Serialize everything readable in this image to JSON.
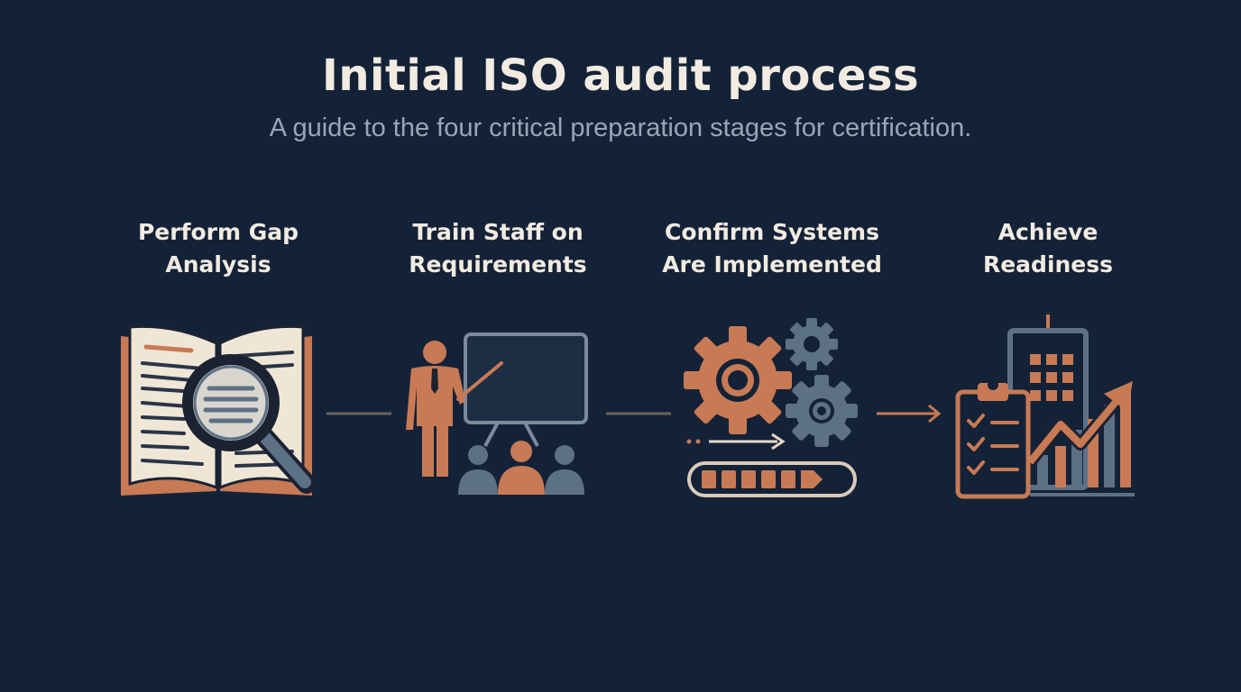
{
  "header": {
    "title": "Initial ISO audit process",
    "subtitle": "A guide to the four critical preparation stages for certification."
  },
  "steps": [
    {
      "line1": "Perform Gap",
      "line2": "Analysis",
      "icon": "book-magnifier-icon"
    },
    {
      "line1": "Train Staff on",
      "line2": "Requirements",
      "icon": "trainer-presentation-icon"
    },
    {
      "line1": "Confirm Systems",
      "line2": "Are Implemented",
      "icon": "gears-progress-icon"
    },
    {
      "line1": "Achieve",
      "line2": "Readiness",
      "icon": "checklist-growth-icon"
    }
  ],
  "colors": {
    "background": "#142238",
    "accent": "#c87a55",
    "slate": "#5d7186",
    "text": "#f1ebe1"
  }
}
